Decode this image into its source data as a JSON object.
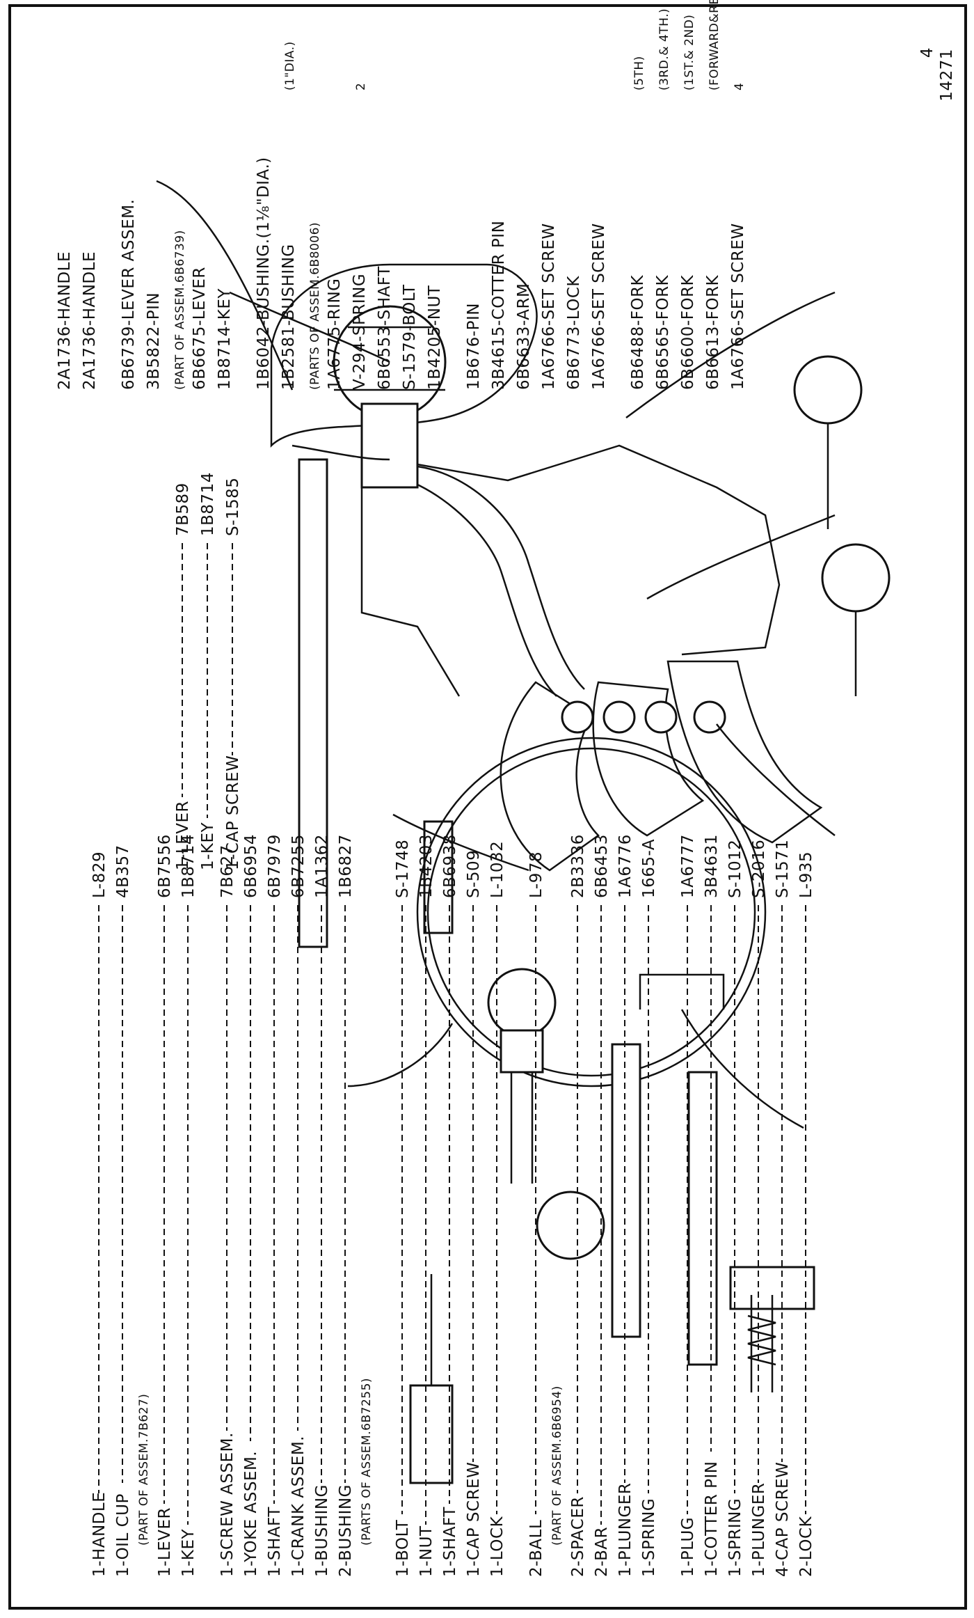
{
  "sheet": {
    "number": "14271",
    "corner_mark": "4"
  },
  "left_column": [
    {
      "text": "1-HANDLE",
      "part": "L-829"
    },
    {
      "text": "1-OIL CUP",
      "part": "4B357",
      "note": "(PART OF ASSEM.7B627)"
    },
    {
      "text": "1-LEVER",
      "part": "6B7556"
    },
    {
      "text": "1-KEY",
      "part": "1B8714"
    },
    {
      "text": "1-SCREW ASSEM.",
      "part": "7B627"
    },
    {
      "text": "1-YOKE ASSEM.",
      "part": "6B6954"
    },
    {
      "text": "1-SHAFT",
      "part": "6B7979"
    },
    {
      "text": "1-CRANK ASSEM.",
      "part": "6B7255"
    },
    {
      "text": "1-BUSHING",
      "part": "1A1362"
    },
    {
      "text": "2-BUSHING",
      "part": "1B6827",
      "note": "(PARTS OF ASSEM.6B7255)"
    },
    {
      "text": "1-BOLT",
      "part": "S-1748"
    },
    {
      "text": "1-NUT",
      "part": "1B4203"
    },
    {
      "text": "1-SHAFT",
      "part": "6B6938"
    },
    {
      "text": "1-CAP SCREW",
      "part": "S-509"
    },
    {
      "text": "1-LOCK",
      "part": "L-1032"
    },
    {
      "text": "2-BALL",
      "part": "L-978",
      "note": "(PART OF ASSEM.6B6954)"
    },
    {
      "text": "2-SPACER",
      "part": "2B3336"
    },
    {
      "text": "2-BAR",
      "part": "6B6453"
    },
    {
      "text": "1-PLUNGER",
      "part": "1A6776"
    },
    {
      "text": "1-SPRING",
      "part": "1665-A"
    },
    {
      "text": "1-PLUG",
      "part": "1A6777"
    },
    {
      "text": "1-COTTER PIN",
      "part": "3B4631"
    },
    {
      "text": "1-SPRING",
      "part": "S-1012"
    },
    {
      "text": "1-PLUNGER",
      "part": "S-2016"
    },
    {
      "text": "4-CAP SCREW",
      "part": "S-1571"
    },
    {
      "text": "2-LOCK",
      "part": "L-935"
    }
  ],
  "middle_column": [
    {
      "text": "1-LEVER",
      "part": "7B589"
    },
    {
      "text": "1-KEY",
      "part": "1B8714"
    },
    {
      "text": "1-CAP SCREW",
      "part": "S-1585"
    }
  ],
  "right_column": [
    {
      "text": "2A1736-HANDLE"
    },
    {
      "text": "2A1736-HANDLE"
    },
    {
      "text": "6B6739-LEVER ASSEM."
    },
    {
      "text": "3B5822-PIN"
    },
    {
      "text": "(PART OF ASSEM.6B6739)"
    },
    {
      "text": "6B6675-LEVER"
    },
    {
      "text": "1B8714-KEY"
    },
    {
      "text": "1B6042-BUSHING.(1⅛\"DIA.)"
    },
    {
      "text": "1B2581-BUSHING",
      "suffix": "(1\"DIA.)"
    },
    {
      "text": "(PARTS OF ASSEM.6B8006)"
    },
    {
      "text": "1A6775-RING"
    },
    {
      "text": "V-294-SPRING",
      "suffix": "2"
    },
    {
      "text": "6B6553-SHAFT"
    },
    {
      "text": "S-1579-BOLT"
    },
    {
      "text": "1B4205-NUT"
    },
    {
      "text": "1B676-PIN"
    },
    {
      "text": "3B4615-COTTER PIN"
    },
    {
      "text": "6B6633-ARM"
    },
    {
      "text": "1A6766-SET SCREW"
    },
    {
      "text": "6B6773-LOCK"
    },
    {
      "text": "1A6766-SET SCREW"
    },
    {
      "text": "6B6488-FORK",
      "suffix": "(5TH)"
    },
    {
      "text": "6B6565-FORK",
      "suffix": "(3RD.& 4TH.)"
    },
    {
      "text": "6B6600-FORK",
      "suffix": "(1ST.& 2ND)"
    },
    {
      "text": "6B6613-FORK",
      "suffix": "(FORWARD&REVERSE)"
    },
    {
      "text": "1A6766-SET SCREW",
      "suffix": "4"
    }
  ]
}
